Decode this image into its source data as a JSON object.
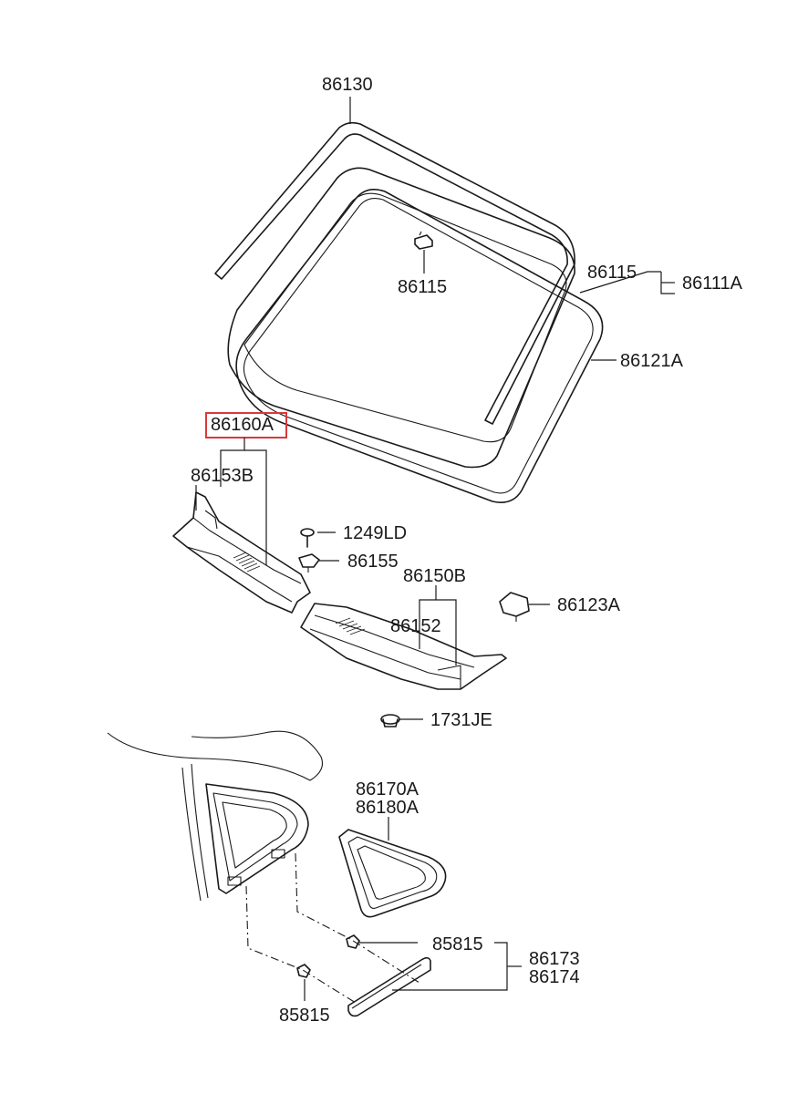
{
  "highlight_color": "#d93a3a",
  "labels": {
    "windshield_molding": "86130",
    "clip_center": "86115",
    "clip_side": "86115",
    "windshield_glass_assy": "86111A",
    "dam_rubber": "86121A",
    "cowl_assy": "86160A",
    "cowl_left": "86153B",
    "screw": "1249LD",
    "nut": "86155",
    "cowl_right_assy": "86150B",
    "cowl_right": "86152",
    "stopper": "86123A",
    "grommet": "1731JE",
    "quarter_glass": [
      "86170A",
      "86180A"
    ],
    "clip_upper": "85815",
    "clip_lower": "85815",
    "moulding": [
      "86173",
      "86174"
    ]
  }
}
